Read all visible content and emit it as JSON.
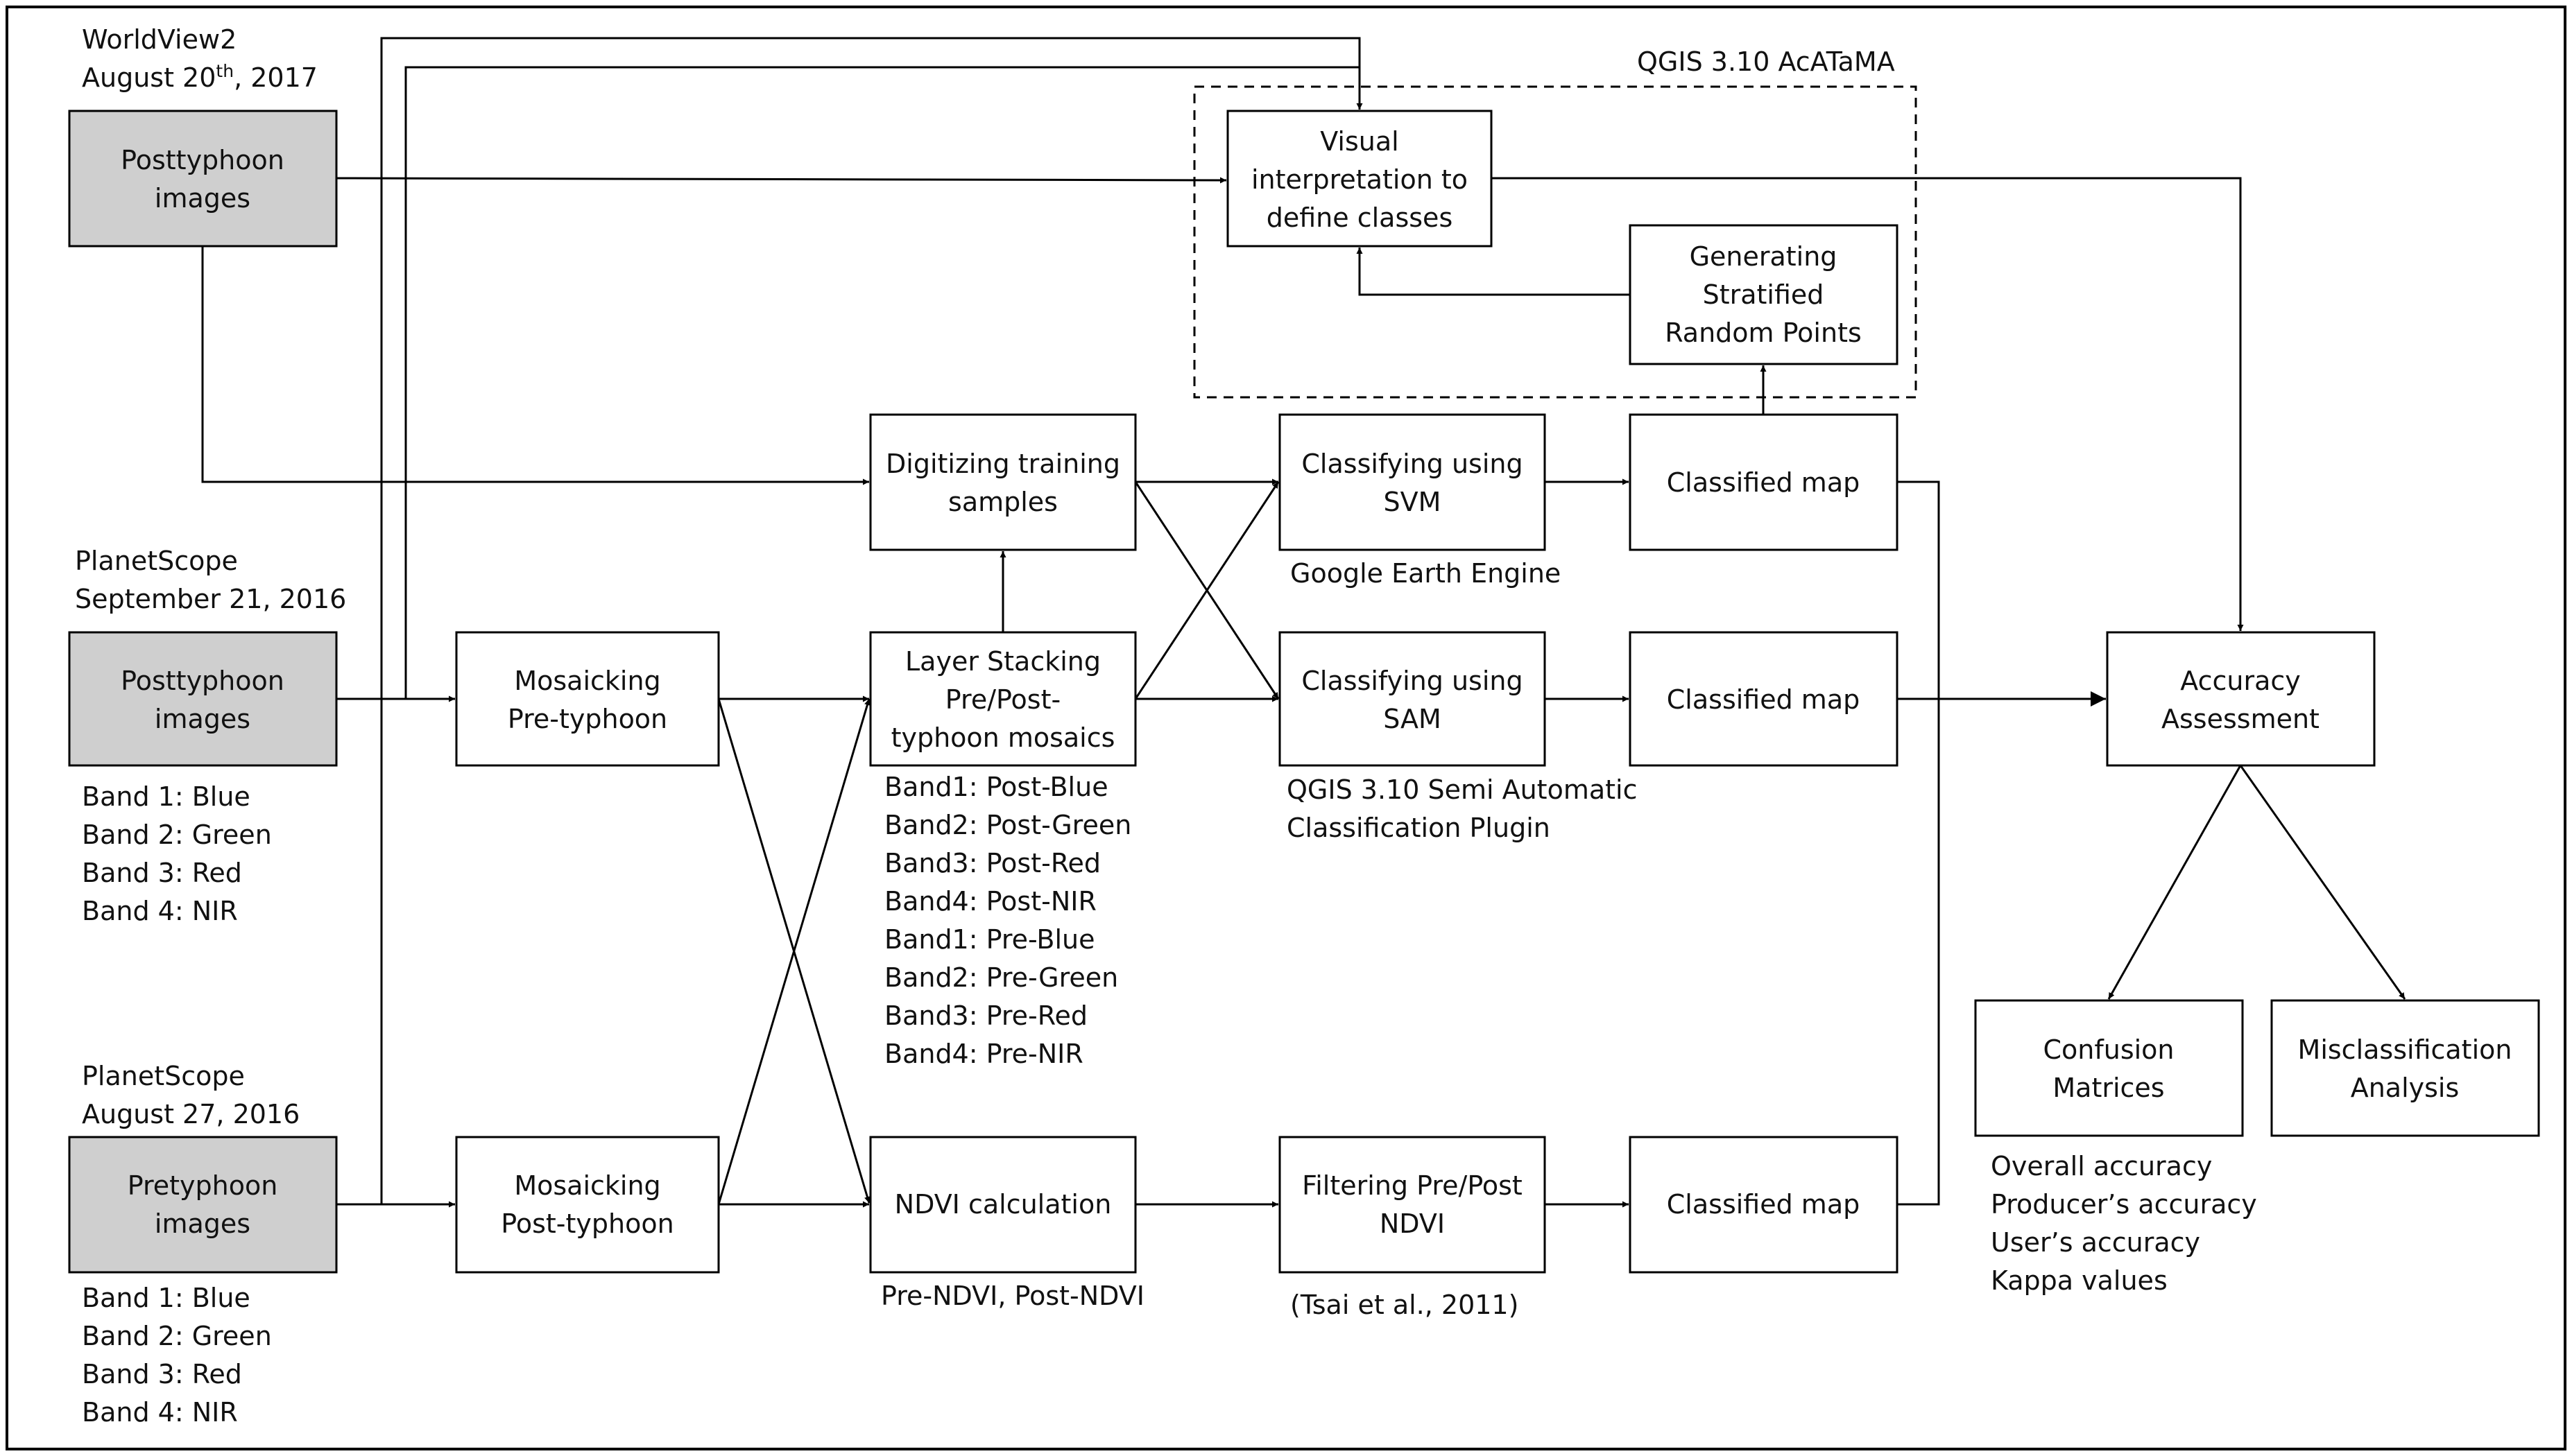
{
  "sources": {
    "worldview_title": "WorldView2",
    "worldview_date_prefix": "August 20",
    "worldview_date_sup": "th",
    "worldview_date_suffix": ", 2017",
    "planet_sep_title": "PlanetScope",
    "planet_sep_date": "September 21, 2016",
    "planet_aug_title": "PlanetScope",
    "planet_aug_date": "August 27, 2016"
  },
  "boxes": {
    "worldview_post": [
      "Posttyphoon",
      "images"
    ],
    "planet_post": [
      "Posttyphoon",
      "images"
    ],
    "planet_pre": [
      "Pretyphoon",
      "images"
    ],
    "mosaic_pre": [
      "Mosaicking",
      "Pre-typhoon"
    ],
    "mosaic_post": [
      "Mosaicking",
      "Post-typhoon"
    ],
    "digitizing": [
      "Digitizing training",
      "samples"
    ],
    "layer_stack": [
      "Layer Stacking",
      "Pre/Post-",
      "typhoon mosaics"
    ],
    "ndvi": [
      "NDVI calculation"
    ],
    "svm": [
      "Classifying using",
      "SVM"
    ],
    "sam": [
      "Classifying using",
      "SAM"
    ],
    "filtering": [
      "Filtering Pre/Post",
      "NDVI"
    ],
    "classified_1": [
      "Classified map"
    ],
    "classified_2": [
      "Classified map"
    ],
    "classified_3": [
      "Classified map"
    ],
    "visual": [
      "Visual",
      "interpretation to",
      "define classes"
    ],
    "stratified": [
      "Generating",
      "Stratified",
      "Random Points"
    ],
    "accuracy": [
      "Accuracy",
      "Assessment"
    ],
    "confusion": [
      "Confusion",
      "Matrices"
    ],
    "misclass": [
      "Misclassification",
      "Analysis"
    ]
  },
  "labels": {
    "acatama": "QGIS 3.10 AcATaMA",
    "gee": "Google Earth Engine",
    "qgis_scp": [
      "QGIS 3.10 Semi Automatic",
      "Classification Plugin"
    ],
    "tsai": "(Tsai et al., 2011)",
    "ndvi_outputs": "Pre-NDVI, Post-NDVI",
    "bands_post": [
      "Band 1: Blue",
      "Band 2: Green",
      "Band 3: Red",
      "Band 4: NIR"
    ],
    "bands_pre": [
      "Band 1: Blue",
      "Band 2: Green",
      "Band 3: Red",
      "Band 4: NIR"
    ],
    "stack_bands": [
      "Band1: Post-Blue",
      "Band2: Post-Green",
      "Band3: Post-Red",
      "Band4: Post-NIR",
      "Band1: Pre-Blue",
      "Band2: Pre-Green",
      "Band3: Pre-Red",
      "Band4: Pre-NIR"
    ],
    "accuracy_metrics": [
      "Overall accuracy",
      "Producer’s accuracy",
      "User’s accuracy",
      "Kappa values"
    ]
  }
}
